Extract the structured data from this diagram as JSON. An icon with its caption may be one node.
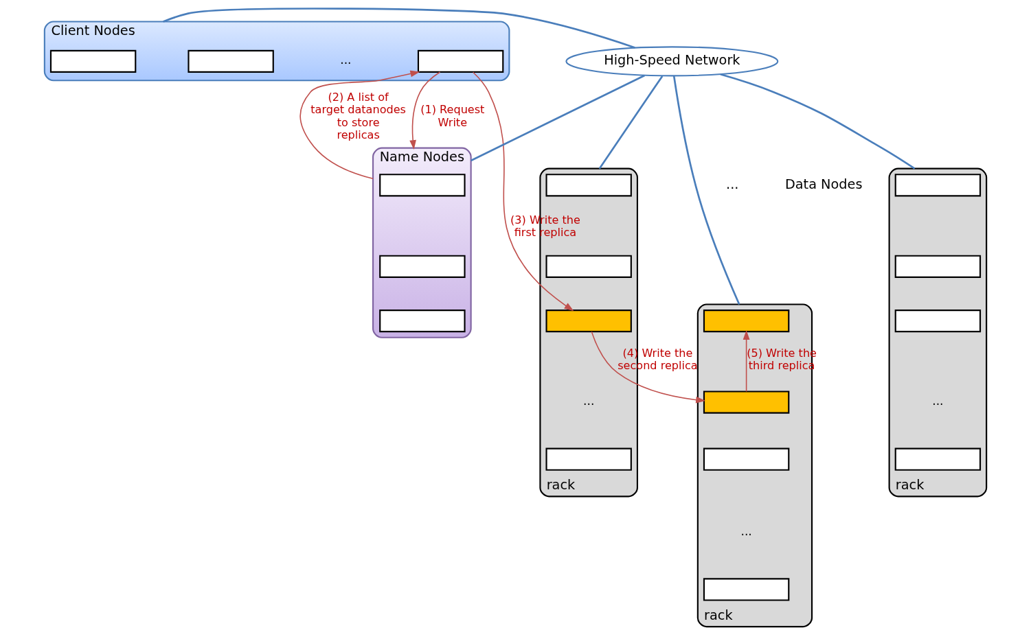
{
  "diagram": {
    "nodes": [
      {
        "text": [
          "Client Nodes"
        ]
      },
      {
        "text": [],
        "shape": "box",
        "in": 0
      },
      {
        "text": [],
        "shape": "box",
        "in": 0
      },
      {
        "text": [],
        "shape": "box",
        "in": 0
      },
      {
        "text": [
          "Name Nodes"
        ]
      },
      {
        "text": [],
        "shape": "box",
        "in": 4
      },
      {
        "text": [],
        "shape": "box",
        "in": 4
      },
      {
        "text": [],
        "shape": "box",
        "in": 4
      },
      {
        "text": [
          "High-Speed Network"
        ]
      },
      {
        "text": [
          "rack"
        ]
      },
      {
        "text": [],
        "shape": "box",
        "in": 9
      },
      {
        "text": [],
        "shape": "box",
        "in": 9
      },
      {
        "text": [],
        "shape": "box",
        "in": 9
      },
      {
        "text": [],
        "shape": "box",
        "in": 9
      },
      {
        "text": [
          "rack"
        ]
      },
      {
        "text": [],
        "shape": "box",
        "in": 14
      },
      {
        "text": [],
        "shape": "box",
        "in": 14
      },
      {
        "text": [],
        "shape": "box",
        "in": 14
      },
      {
        "text": [],
        "shape": "box",
        "in": 14
      },
      {
        "text": [
          "rack"
        ]
      },
      {
        "text": [],
        "shape": "box",
        "in": 19
      },
      {
        "text": [],
        "shape": "box",
        "in": 19
      },
      {
        "text": [],
        "shape": "box",
        "in": 19
      },
      {
        "text": [],
        "shape": "box",
        "in": 19
      }
    ],
    "edges": [
      {
        "from": 0,
        "to": 8,
        "arrow": "none"
      },
      {
        "from": 8,
        "to": 4,
        "arrow": "none"
      },
      {
        "from": 8,
        "to": 9,
        "arrow": "none"
      },
      {
        "from": 8,
        "to": 14,
        "arrow": "none"
      },
      {
        "from": 8,
        "to": 19,
        "arrow": "none"
      },
      {
        "from": 3,
        "to": 4,
        "arrow": "to",
        "label": "(1) Request Write",
        "color": "#c0504d"
      },
      {
        "from": 4,
        "to": 3,
        "arrow": "to",
        "label": "(2) A list of target datanodes to store replicas",
        "color": "#c0504d"
      },
      {
        "from": 3,
        "to": 22,
        "arrow": "to",
        "label": "(3) Write the first replica",
        "color": "#c0504d"
      },
      {
        "from": 22,
        "to": 16,
        "arrow": "to",
        "label": "(4) Write the second replica",
        "color": "#c0504d"
      },
      {
        "from": 16,
        "to": 15,
        "arrow": "to",
        "label": "(5) Write the third replica",
        "color": "#c0504d"
      }
    ],
    "labels": [
      "...",
      "...",
      "...",
      "...",
      "...",
      "Data Nodes"
    ]
  }
}
